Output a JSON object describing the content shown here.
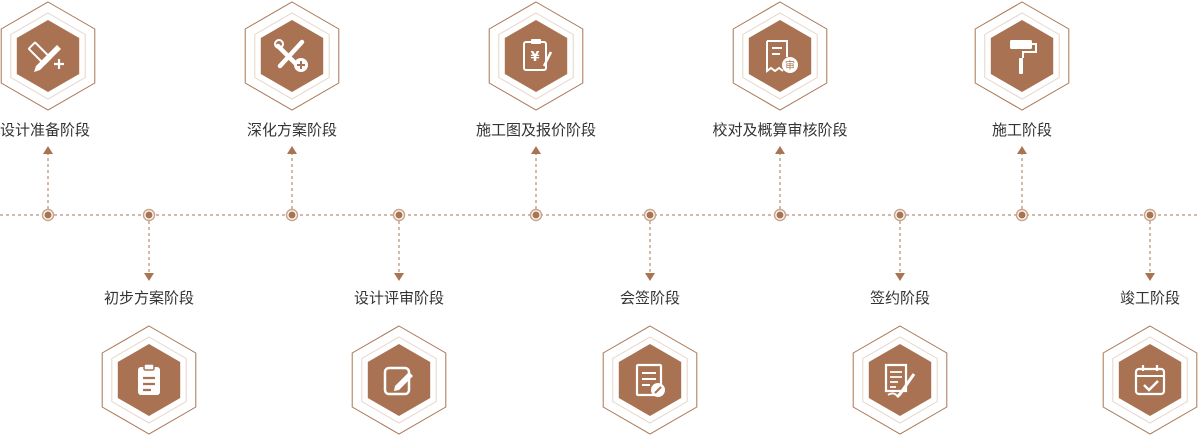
{
  "colors": {
    "accent": "#a97451",
    "accent_fill": "#a97252",
    "line": "#a97451",
    "text": "#333333",
    "icon": "#ffffff"
  },
  "stages": [
    {
      "label": "设计准备阶段",
      "side": "top",
      "icon": "pencil-ruler-plus-icon"
    },
    {
      "label": "初步方案阶段",
      "side": "bottom",
      "icon": "clipboard-list-icon"
    },
    {
      "label": "深化方案阶段",
      "side": "top",
      "icon": "tools-plus-icon"
    },
    {
      "label": "设计评审阶段",
      "side": "bottom",
      "icon": "edit-square-icon"
    },
    {
      "label": "施工图及报价阶段",
      "side": "top",
      "icon": "yen-document-icon"
    },
    {
      "label": "会签阶段",
      "side": "bottom",
      "icon": "document-pen-icon"
    },
    {
      "label": "校对及概算审核阶段",
      "side": "top",
      "icon": "review-stamp-icon"
    },
    {
      "label": "签约阶段",
      "side": "bottom",
      "icon": "contract-sign-icon"
    },
    {
      "label": "施工阶段",
      "side": "top",
      "icon": "paint-roller-icon"
    },
    {
      "label": "竣工阶段",
      "side": "bottom",
      "icon": "calendar-check-icon"
    }
  ]
}
